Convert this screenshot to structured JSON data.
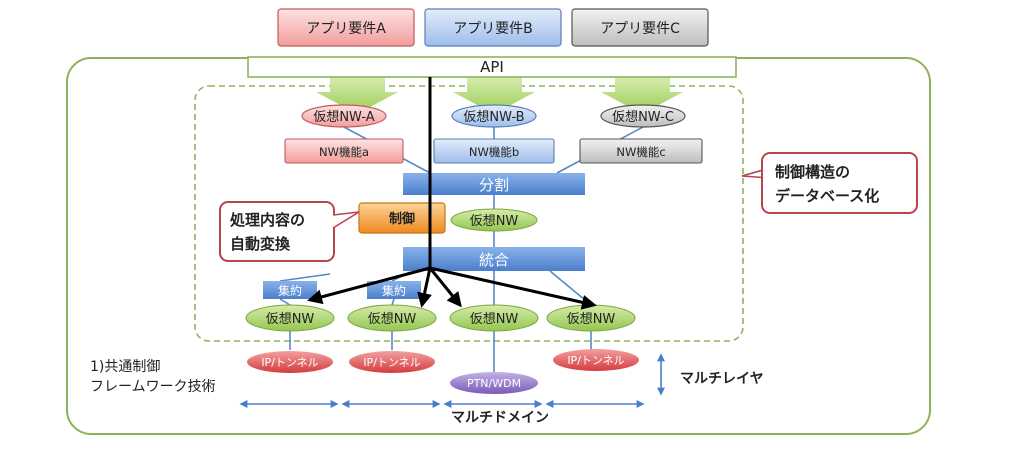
{
  "app_requirements": [
    "アプリ要件A",
    "アプリ要件B",
    "アプリ要件C"
  ],
  "api_label": "API",
  "virtual_nw_top": [
    "仮想NW-A",
    "仮想NW-B",
    "仮想NW-C"
  ],
  "nw_functions": [
    "NW機能a",
    "NW機能b",
    "NW機能c"
  ],
  "split_label": "分割",
  "control_label": "制御",
  "middle_virtual_nw": "仮想NW",
  "integrate_label": "統合",
  "aggregate_labels": [
    "集約",
    "集約"
  ],
  "virtual_nw_bottom": [
    "仮想NW",
    "仮想NW",
    "仮想NW",
    "仮想NW"
  ],
  "transport_labels": [
    "IP/トンネル",
    "IP/トンネル",
    "PTN/WDM",
    "IP/トンネル"
  ],
  "callout_control_structure": [
    "制御構造の",
    "データベース化"
  ],
  "callout_auto_conversion": [
    "処理内容の",
    "自動変換"
  ],
  "framework_caption": [
    "1)共通制御",
    "フレームワーク技術"
  ],
  "multi_layer_label": "マルチレイヤ",
  "multi_domain_label": "マルチドメイン",
  "colors": {
    "outer_border": "#8db35a",
    "req_a": "#f4b6b6",
    "req_b": "#b8cff0",
    "req_c": "#d4d4d4",
    "blue_bar": "#5b8fd6",
    "green_node": "#a9d36a",
    "red_node": "#e0595b",
    "purple_node": "#8a6cc4",
    "control_orange": "#f39c32",
    "callout_border": "#b8454a",
    "connector": "#5a87c5"
  }
}
